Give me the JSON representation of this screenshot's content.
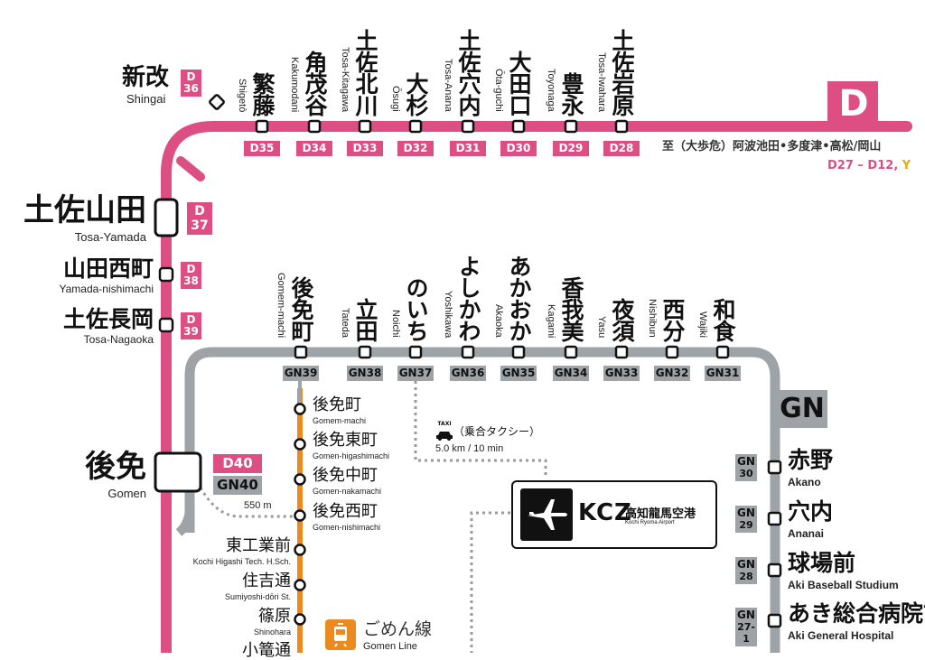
{
  "colors": {
    "d_line": "#dd4f82",
    "gn_line": "#9ea3a7",
    "gomen_line": "#ea8a21",
    "taxi_dots": "#9a9a9a",
    "text": "#111111"
  },
  "d_line": {
    "badge": "D",
    "destination": "至（大歩危）阿波池田•多度津•高松/岡山",
    "range_main": "D27 – D12,",
    "range_suffix": "Y",
    "top_stations": [
      {
        "jp": "繁藤",
        "rom": "Shigetō",
        "code": "D35"
      },
      {
        "jp": "角茂谷",
        "rom": "Kakumodani",
        "code": "D34"
      },
      {
        "jp": "土佐北川",
        "rom": "Tosa-Kitagawa",
        "code": "D33"
      },
      {
        "jp": "大杉",
        "rom": "Ōsugi",
        "code": "D32"
      },
      {
        "jp": "土佐穴内",
        "rom": "Tosa-Anana",
        "code": "D31"
      },
      {
        "jp": "大田口",
        "rom": "Ōta-guchi",
        "code": "D30"
      },
      {
        "jp": "豊永",
        "rom": "Toyonaga",
        "code": "D29"
      },
      {
        "jp": "土佐岩原",
        "rom": "Tosa-Iwahara",
        "code": "D28"
      }
    ],
    "shingai": {
      "jp": "新改",
      "rom": "Shingai",
      "code_top": "D",
      "code_bottom": "36"
    },
    "left_stations": [
      {
        "jp": "土佐山田",
        "rom": "Tosa-Yamada",
        "code_top": "D",
        "code_bottom": "37"
      },
      {
        "jp": "山田西町",
        "rom": "Yamada-nishimachi",
        "code_top": "D",
        "code_bottom": "38"
      },
      {
        "jp": "土佐長岡",
        "rom": "Tosa-Nagaoka",
        "code_top": "D",
        "code_bottom": "39"
      }
    ],
    "gomen": {
      "jp": "後免",
      "rom": "Gomen",
      "code_d": "D40",
      "code_gn": "GN40"
    }
  },
  "gn_line": {
    "badge": "GN",
    "top_stations": [
      {
        "jp": "後免町",
        "rom": "Gomem-machi",
        "code": "GN39"
      },
      {
        "jp": "立田",
        "rom": "Tateda",
        "code": "GN38"
      },
      {
        "jp": "のいち",
        "rom": "Noichi",
        "code": "GN37"
      },
      {
        "jp": "よしかわ",
        "rom": "Yoshikawa",
        "code": "GN36"
      },
      {
        "jp": "あかおか",
        "rom": "Akaoka",
        "code": "GN35"
      },
      {
        "jp": "香我美",
        "rom": "Kagami",
        "code": "GN34"
      },
      {
        "jp": "夜須",
        "rom": "Yasu",
        "code": "GN33"
      },
      {
        "jp": "西分",
        "rom": "Nishibun",
        "code": "GN32"
      },
      {
        "jp": "和食",
        "rom": "Wajiki",
        "code": "GN31"
      }
    ],
    "right_stations": [
      {
        "jp": "赤野",
        "rom": "Akano",
        "code_top": "GN",
        "code_bottom": "30"
      },
      {
        "jp": "穴内",
        "rom": "Ananai",
        "code_top": "GN",
        "code_bottom": "29"
      },
      {
        "jp": "球場前",
        "rom": "Aki Baseball Studium",
        "code_top": "GN",
        "code_bottom": "28"
      },
      {
        "jp": "あき総合病院前",
        "rom": "Aki General Hospital",
        "code_top": "GN",
        "code_bottom": "27-1"
      }
    ]
  },
  "gomen_line": {
    "name_jp": "ごめん線",
    "name_rom": "Gomen Line",
    "stations": [
      {
        "jp": "後免町",
        "rom": "Gomem-machi"
      },
      {
        "jp": "後免東町",
        "rom": "Gomen-higashimachi"
      },
      {
        "jp": "後免中町",
        "rom": "Gomen-nakamachi"
      },
      {
        "jp": "後免西町",
        "rom": "Gomen-nishimachi"
      }
    ],
    "left_stations": [
      {
        "jp": "東工業前",
        "rom": "Kochi Higashi Tech. H.Sch."
      },
      {
        "jp": "住吉通",
        "rom": "Sumiyoshi-dōri St."
      },
      {
        "jp": "篠原",
        "rom": "Shinohara"
      },
      {
        "jp": "小篭通",
        "rom": ""
      }
    ]
  },
  "walk_distance": "550 m",
  "taxi": {
    "icon_label": "TAXI",
    "label": "（乗合タクシー）",
    "distance": "5.0 km / 10 min"
  },
  "airport": {
    "code": "KCZ",
    "jp": "高知龍馬空港",
    "rom": "Kochi Ryoma Airport"
  }
}
